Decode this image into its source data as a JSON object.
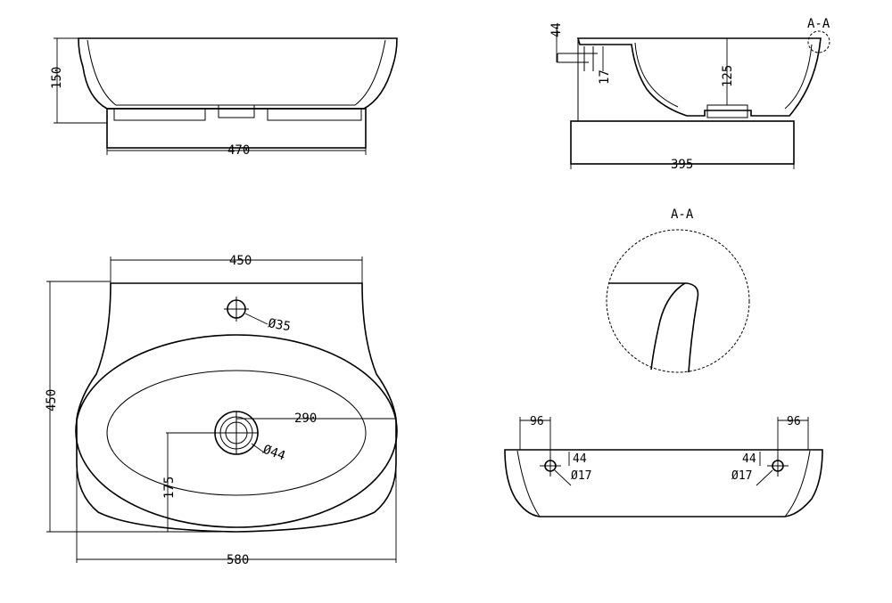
{
  "views": {
    "front": {
      "width": "470",
      "height": "150"
    },
    "side": {
      "width": "395",
      "depth": "125",
      "tap_height": "44",
      "tap_offset": "17",
      "section_tag": "A-A"
    },
    "top": {
      "width": "450",
      "length": "450",
      "outer_width": "580",
      "drain_offset": "290",
      "drain_depth": "175",
      "tap_hole": "Ø35",
      "drain_hole": "Ø44"
    },
    "detail": {
      "title": "A-A"
    },
    "rear": {
      "left_offset": "96",
      "right_offset": "96",
      "left_height": "44",
      "right_height": "44",
      "left_hole": "Ø17",
      "right_hole": "Ø17"
    }
  }
}
